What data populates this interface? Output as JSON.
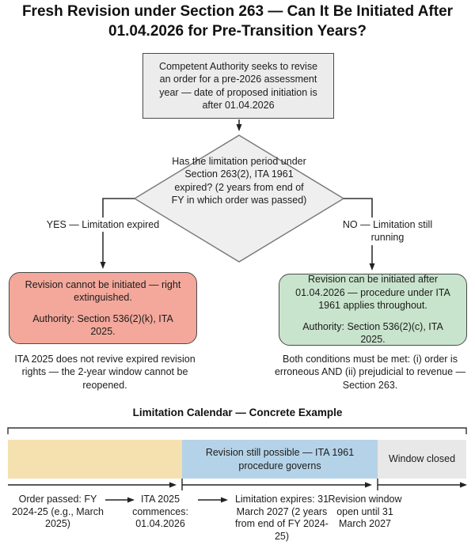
{
  "title": "Fresh Revision under Section 263 — Can It Be Initiated After 01.04.2026 for Pre-Transition Years?",
  "flow": {
    "start": "Competent Authority seeks to revise an order for a pre-2026 assessment year — date of proposed initiation is after 01.04.2026",
    "decision": "Has the limitation period under Section 263(2), ITA 1961 expired? (2 years from end of FY in which order was passed)",
    "yes_branch": {
      "label": "YES — Limitation expired",
      "box_main": "Revision cannot be initiated — right extinguished.",
      "box_authority": "Authority: Section 536(2)(k), ITA 2025.",
      "note": "ITA 2025 does not revive expired revision rights — the 2-year window cannot be reopened."
    },
    "no_branch": {
      "label": "NO — Limitation still running",
      "box_main": "Revision can be initiated after 01.04.2026 — procedure under ITA 1961 applies throughout.",
      "box_authority": "Authority: Section 536(2)(c), ITA 2025.",
      "note": "Both conditions must be met: (i) order is erroneous AND (ii) prejudicial to revenue — Section 263."
    }
  },
  "timeline": {
    "heading": "Limitation Calendar — Concrete Example",
    "bars": [
      {
        "label": "",
        "color": "#f5e0b0"
      },
      {
        "label": "Revision still possible — ITA 1961 procedure governs",
        "color": "#b5d3e8"
      },
      {
        "label": "Window closed",
        "color": "#e8e8e8"
      }
    ],
    "milestones": [
      "Order passed: FY 2024-25 (e.g., March 2025)",
      "ITA 2025 commences: 01.04.2026",
      "Limitation expires: 31 March 2027 (2 years from end of FY 2024-25)",
      "Revision window open until 31 March 2027"
    ]
  },
  "colors": {
    "start_fill": "#ececec",
    "decision_fill": "#efefef",
    "yes_box_fill": "#f3a89b",
    "no_box_fill": "#c9e4cd",
    "bar_pre_commencement": "#f5e0b0",
    "bar_revision_possible": "#b5d3e8",
    "bar_window_closed": "#e8e8e8",
    "connector_line": "#333333"
  }
}
